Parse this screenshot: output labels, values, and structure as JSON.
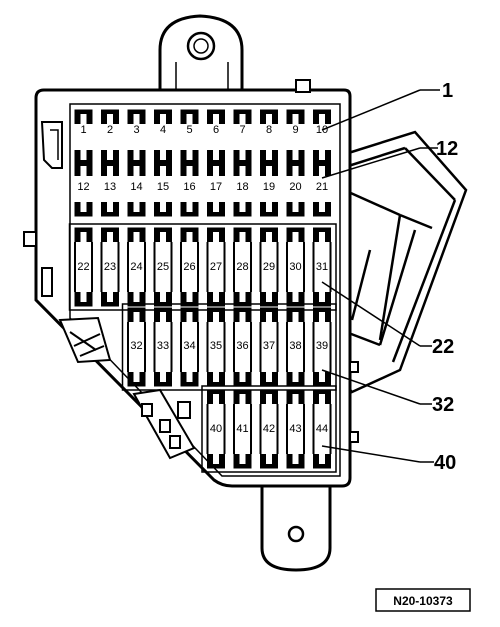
{
  "fuse_rows": [
    [
      "10",
      "9",
      "8",
      "7",
      "6",
      "5",
      "4",
      "3",
      "2",
      "1"
    ],
    [
      "21",
      "20",
      "19",
      "18",
      "17",
      "16",
      "15",
      "14",
      "13",
      "12"
    ],
    [
      "31",
      "30",
      "29",
      "28",
      "27",
      "26",
      "25",
      "24",
      "23",
      "22"
    ],
    [
      "39",
      "38",
      "37",
      "36",
      "35",
      "34",
      "33",
      "32"
    ],
    [
      "44",
      "43",
      "42",
      "41",
      "40"
    ]
  ],
  "callouts": [
    "1",
    "12",
    "22",
    "32",
    "40"
  ],
  "reference_code": "N20-10373"
}
